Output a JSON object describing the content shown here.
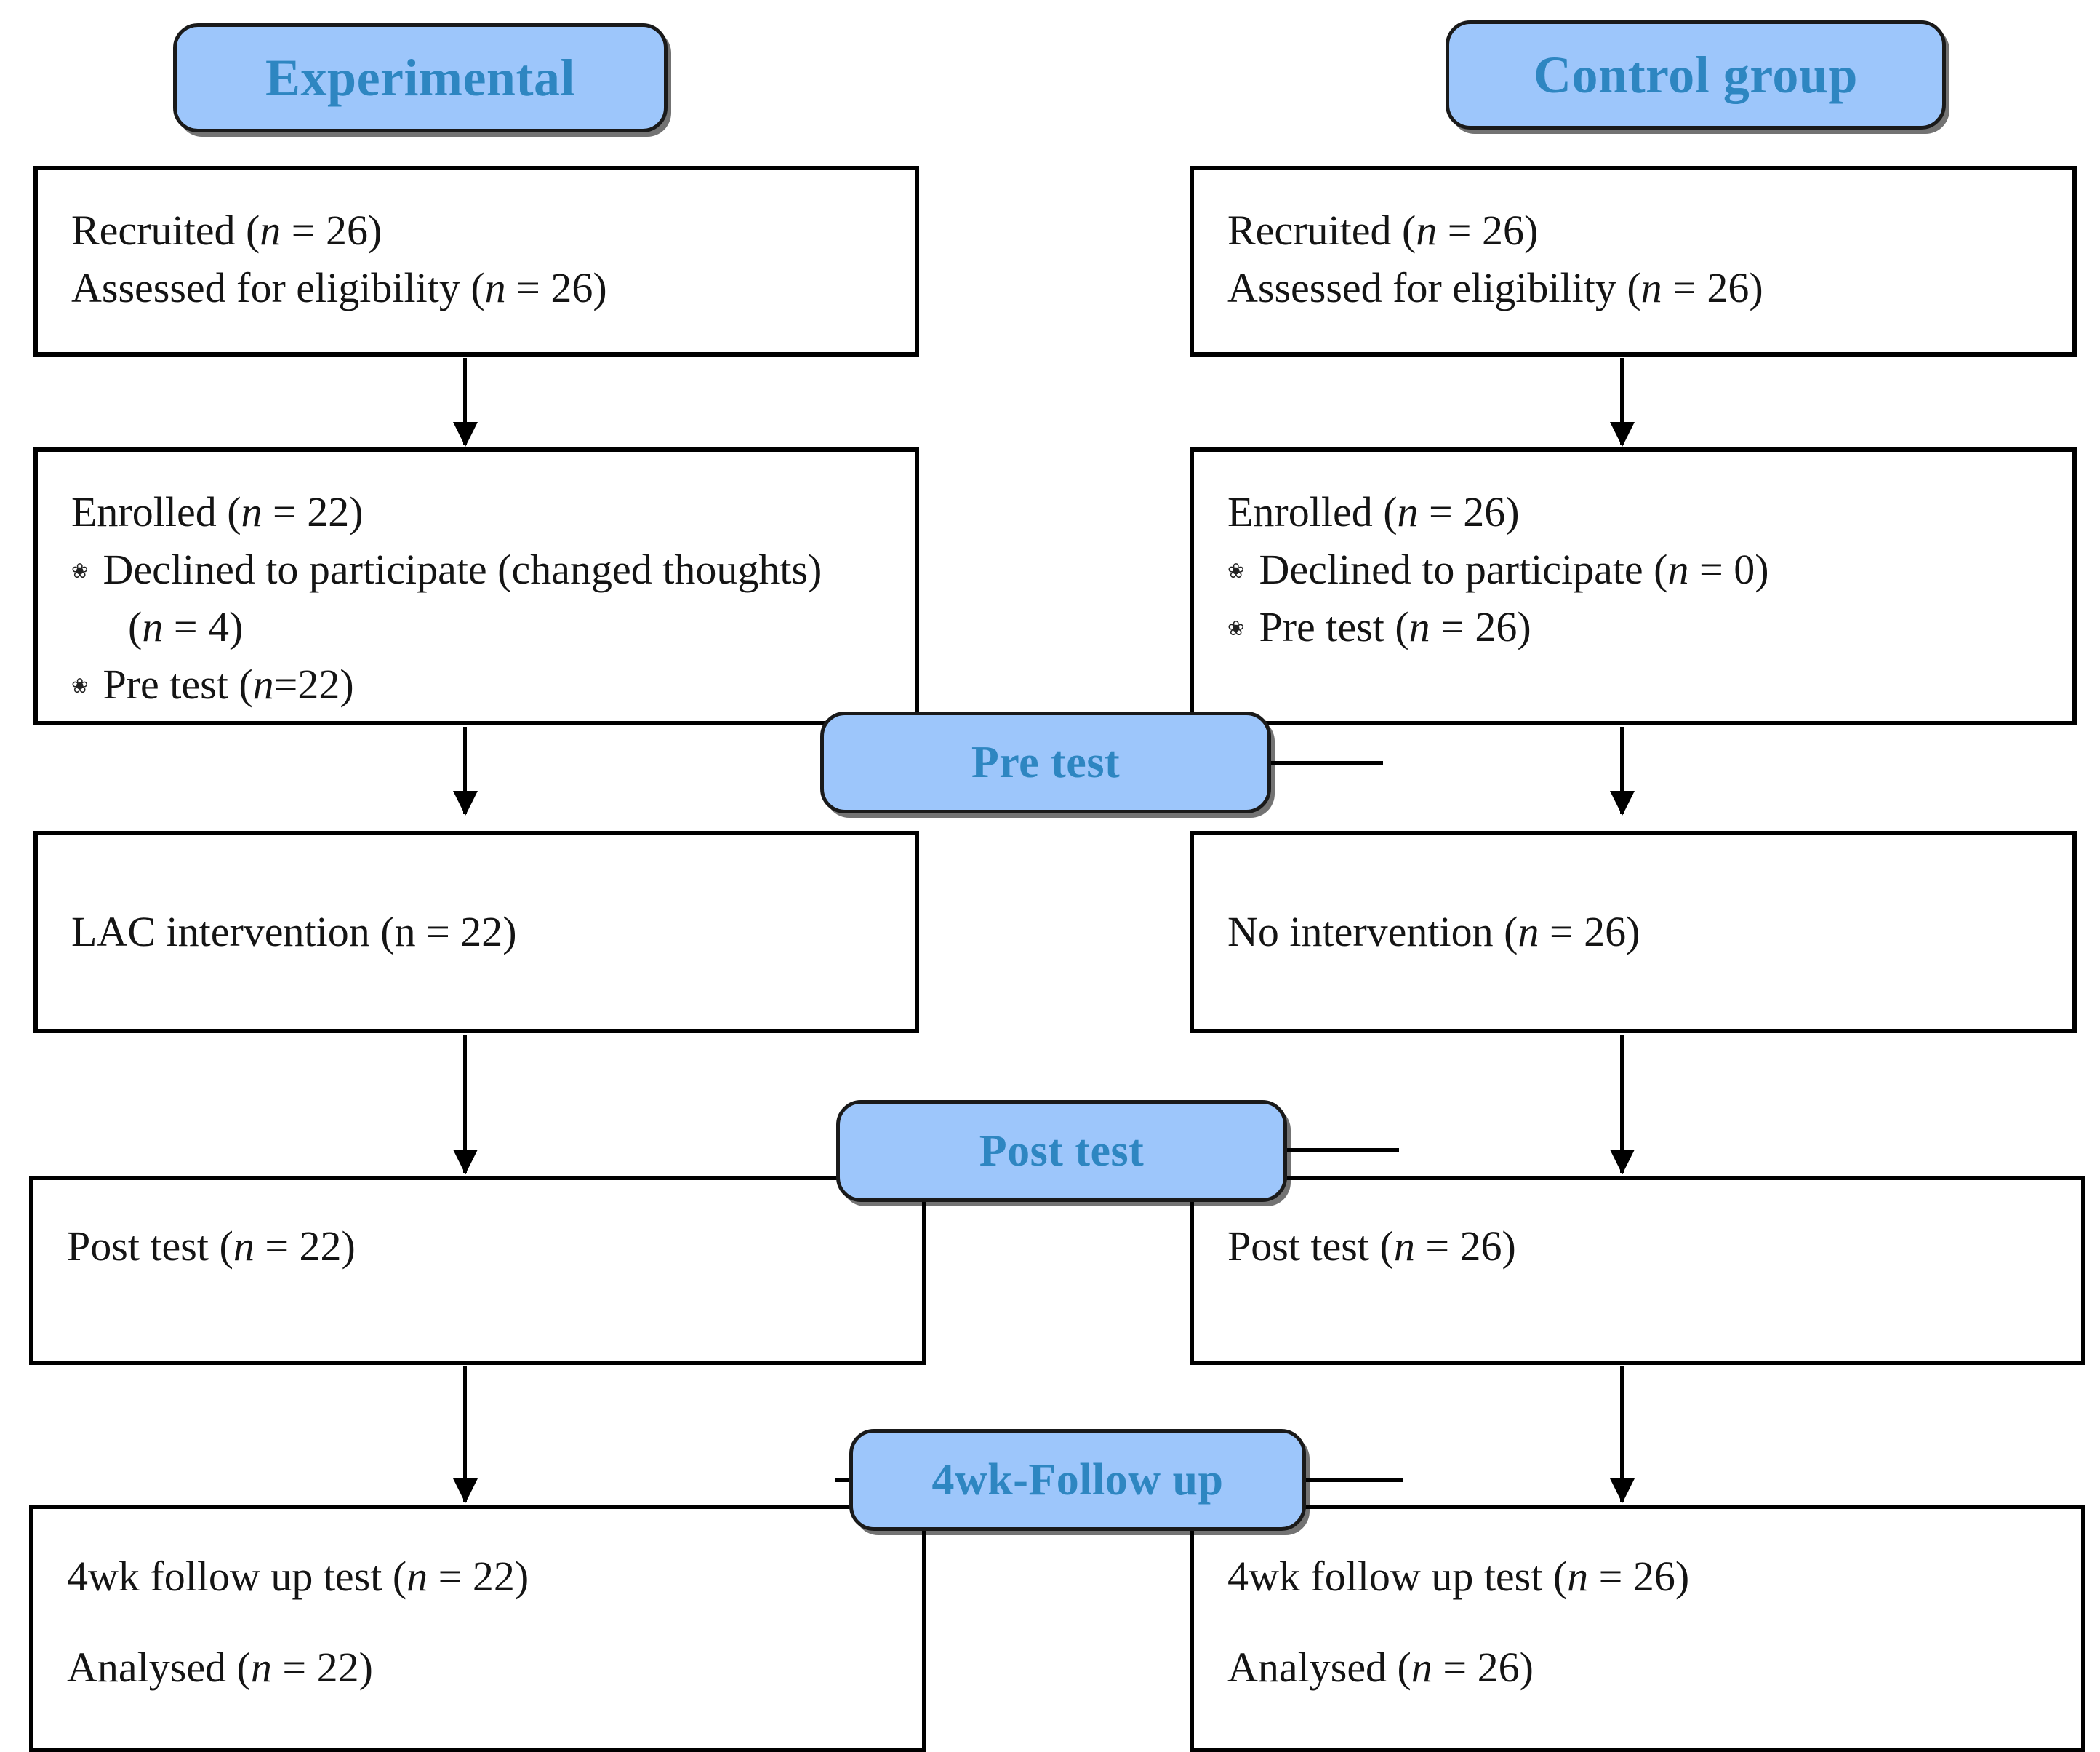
{
  "diagram": {
    "title": "CONSORT-style participant flow diagram",
    "colors": {
      "stage_fill": "#9DC6FB",
      "stage_text": "#2E86C1",
      "box_border": "#000000",
      "box_fill": "#FFFFFF",
      "body_text": "#141414"
    },
    "bullet_glyph": "❀"
  },
  "columns": {
    "experimental": {
      "header": "Experimental"
    },
    "control": {
      "header": "Control group"
    }
  },
  "stage_labels": {
    "pre_test": "Pre test",
    "post_test": "Post test",
    "follow_up": "4wk-Follow up"
  },
  "rows": [
    {
      "id": "recruitment",
      "experimental": {
        "lines": [
          {
            "type": "text",
            "pre": "Recruited (",
            "var": "n",
            "post": " = 26)"
          },
          {
            "type": "text",
            "pre": "Assessed for eligibility (",
            "var": "n",
            "post": " = 26)"
          }
        ]
      },
      "control": {
        "lines": [
          {
            "type": "text",
            "pre": "Recruited (",
            "var": "n",
            "post": " = 26)"
          },
          {
            "type": "text",
            "pre": "Assessed for eligibility (",
            "var": "n",
            "post": " = 26)"
          }
        ]
      }
    },
    {
      "id": "enrollment",
      "experimental": {
        "lines": [
          {
            "type": "text",
            "pre": "Enrolled (",
            "var": "n",
            "post": " = 22)"
          },
          {
            "type": "bullet",
            "pre": "Declined to participate (changed thoughts)",
            "var": "",
            "post": ""
          },
          {
            "type": "indent",
            "pre": "(",
            "var": "n",
            "post": " = 4)"
          },
          {
            "type": "bullet",
            "pre": "Pre test (",
            "var": "n",
            "post": "=22)"
          }
        ]
      },
      "control": {
        "lines": [
          {
            "type": "text",
            "pre": "Enrolled (",
            "var": "n",
            "post": " = 26)"
          },
          {
            "type": "bullet",
            "pre": "Declined to participate (",
            "var": "n",
            "post": " = 0)"
          },
          {
            "type": "bullet",
            "pre": "Pre test (",
            "var": "n",
            "post": " = 26)"
          }
        ]
      }
    },
    {
      "id": "intervention",
      "experimental": {
        "lines": [
          {
            "type": "text",
            "pre": "LAC intervention (n = 22)",
            "var": "",
            "post": ""
          }
        ]
      },
      "control": {
        "lines": [
          {
            "type": "text",
            "pre": "No intervention (",
            "var": "n",
            "post": " = 26)"
          }
        ]
      }
    },
    {
      "id": "post_test",
      "experimental": {
        "lines": [
          {
            "type": "text",
            "pre": "Post test (",
            "var": "n",
            "post": " = 22)"
          }
        ]
      },
      "control": {
        "lines": [
          {
            "type": "text",
            "pre": "Post test (",
            "var": "n",
            "post": " = 26)"
          }
        ]
      }
    },
    {
      "id": "follow_up",
      "experimental": {
        "lines": [
          {
            "type": "text",
            "pre": "4wk follow up test (",
            "var": "n",
            "post": " = 22)"
          },
          {
            "type": "gap",
            "pre": "Analysed (",
            "var": "n",
            "post": " = 22)"
          }
        ]
      },
      "control": {
        "lines": [
          {
            "type": "text",
            "pre": "4wk follow up test (",
            "var": "n",
            "post": " = 26)"
          },
          {
            "type": "gap",
            "pre": "Analysed (",
            "var": "n",
            "post": " = 26)"
          }
        ]
      }
    }
  ]
}
